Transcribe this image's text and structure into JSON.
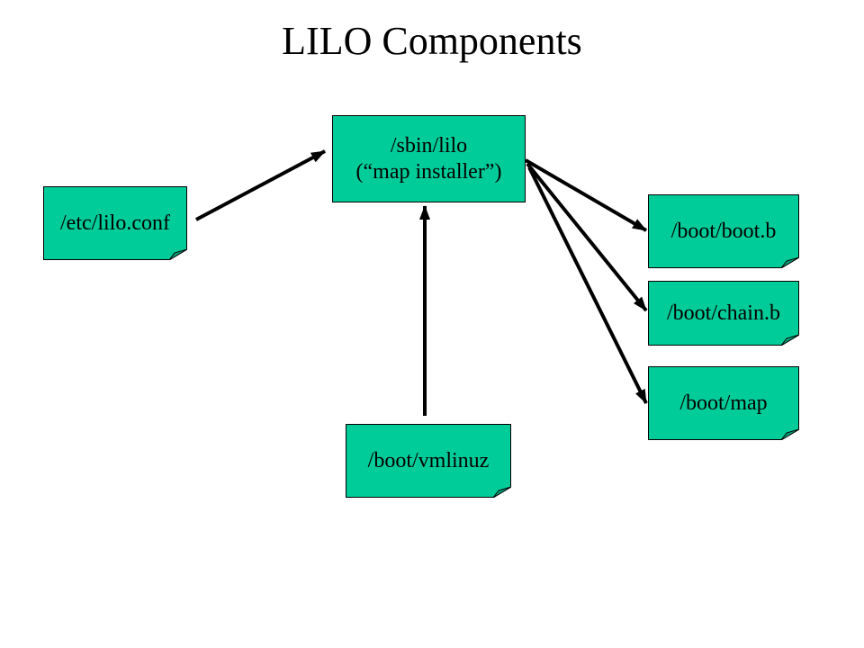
{
  "title": "LILO Components",
  "colors": {
    "box_fill": "#00cc99",
    "fold_fill": "#00a07a",
    "line": "#000000"
  },
  "nodes": {
    "sbin_lilo": {
      "line1": "/sbin/lilo",
      "line2": "(“map installer”)"
    },
    "etc_lilo_conf": {
      "label": "/etc/lilo.conf"
    },
    "boot_boot_b": {
      "label": "/boot/boot.b"
    },
    "boot_chain_b": {
      "label": "/boot/chain.b"
    },
    "boot_map": {
      "label": "/boot/map"
    },
    "boot_vmlinuz": {
      "label": "/boot/vmlinuz"
    }
  },
  "edges": [
    {
      "from": "/etc/lilo.conf",
      "to": "/sbin/lilo"
    },
    {
      "from": "/boot/vmlinuz",
      "to": "/sbin/lilo"
    },
    {
      "from": "/sbin/lilo",
      "to": "/boot/boot.b"
    },
    {
      "from": "/sbin/lilo",
      "to": "/boot/chain.b"
    },
    {
      "from": "/sbin/lilo",
      "to": "/boot/map"
    }
  ]
}
